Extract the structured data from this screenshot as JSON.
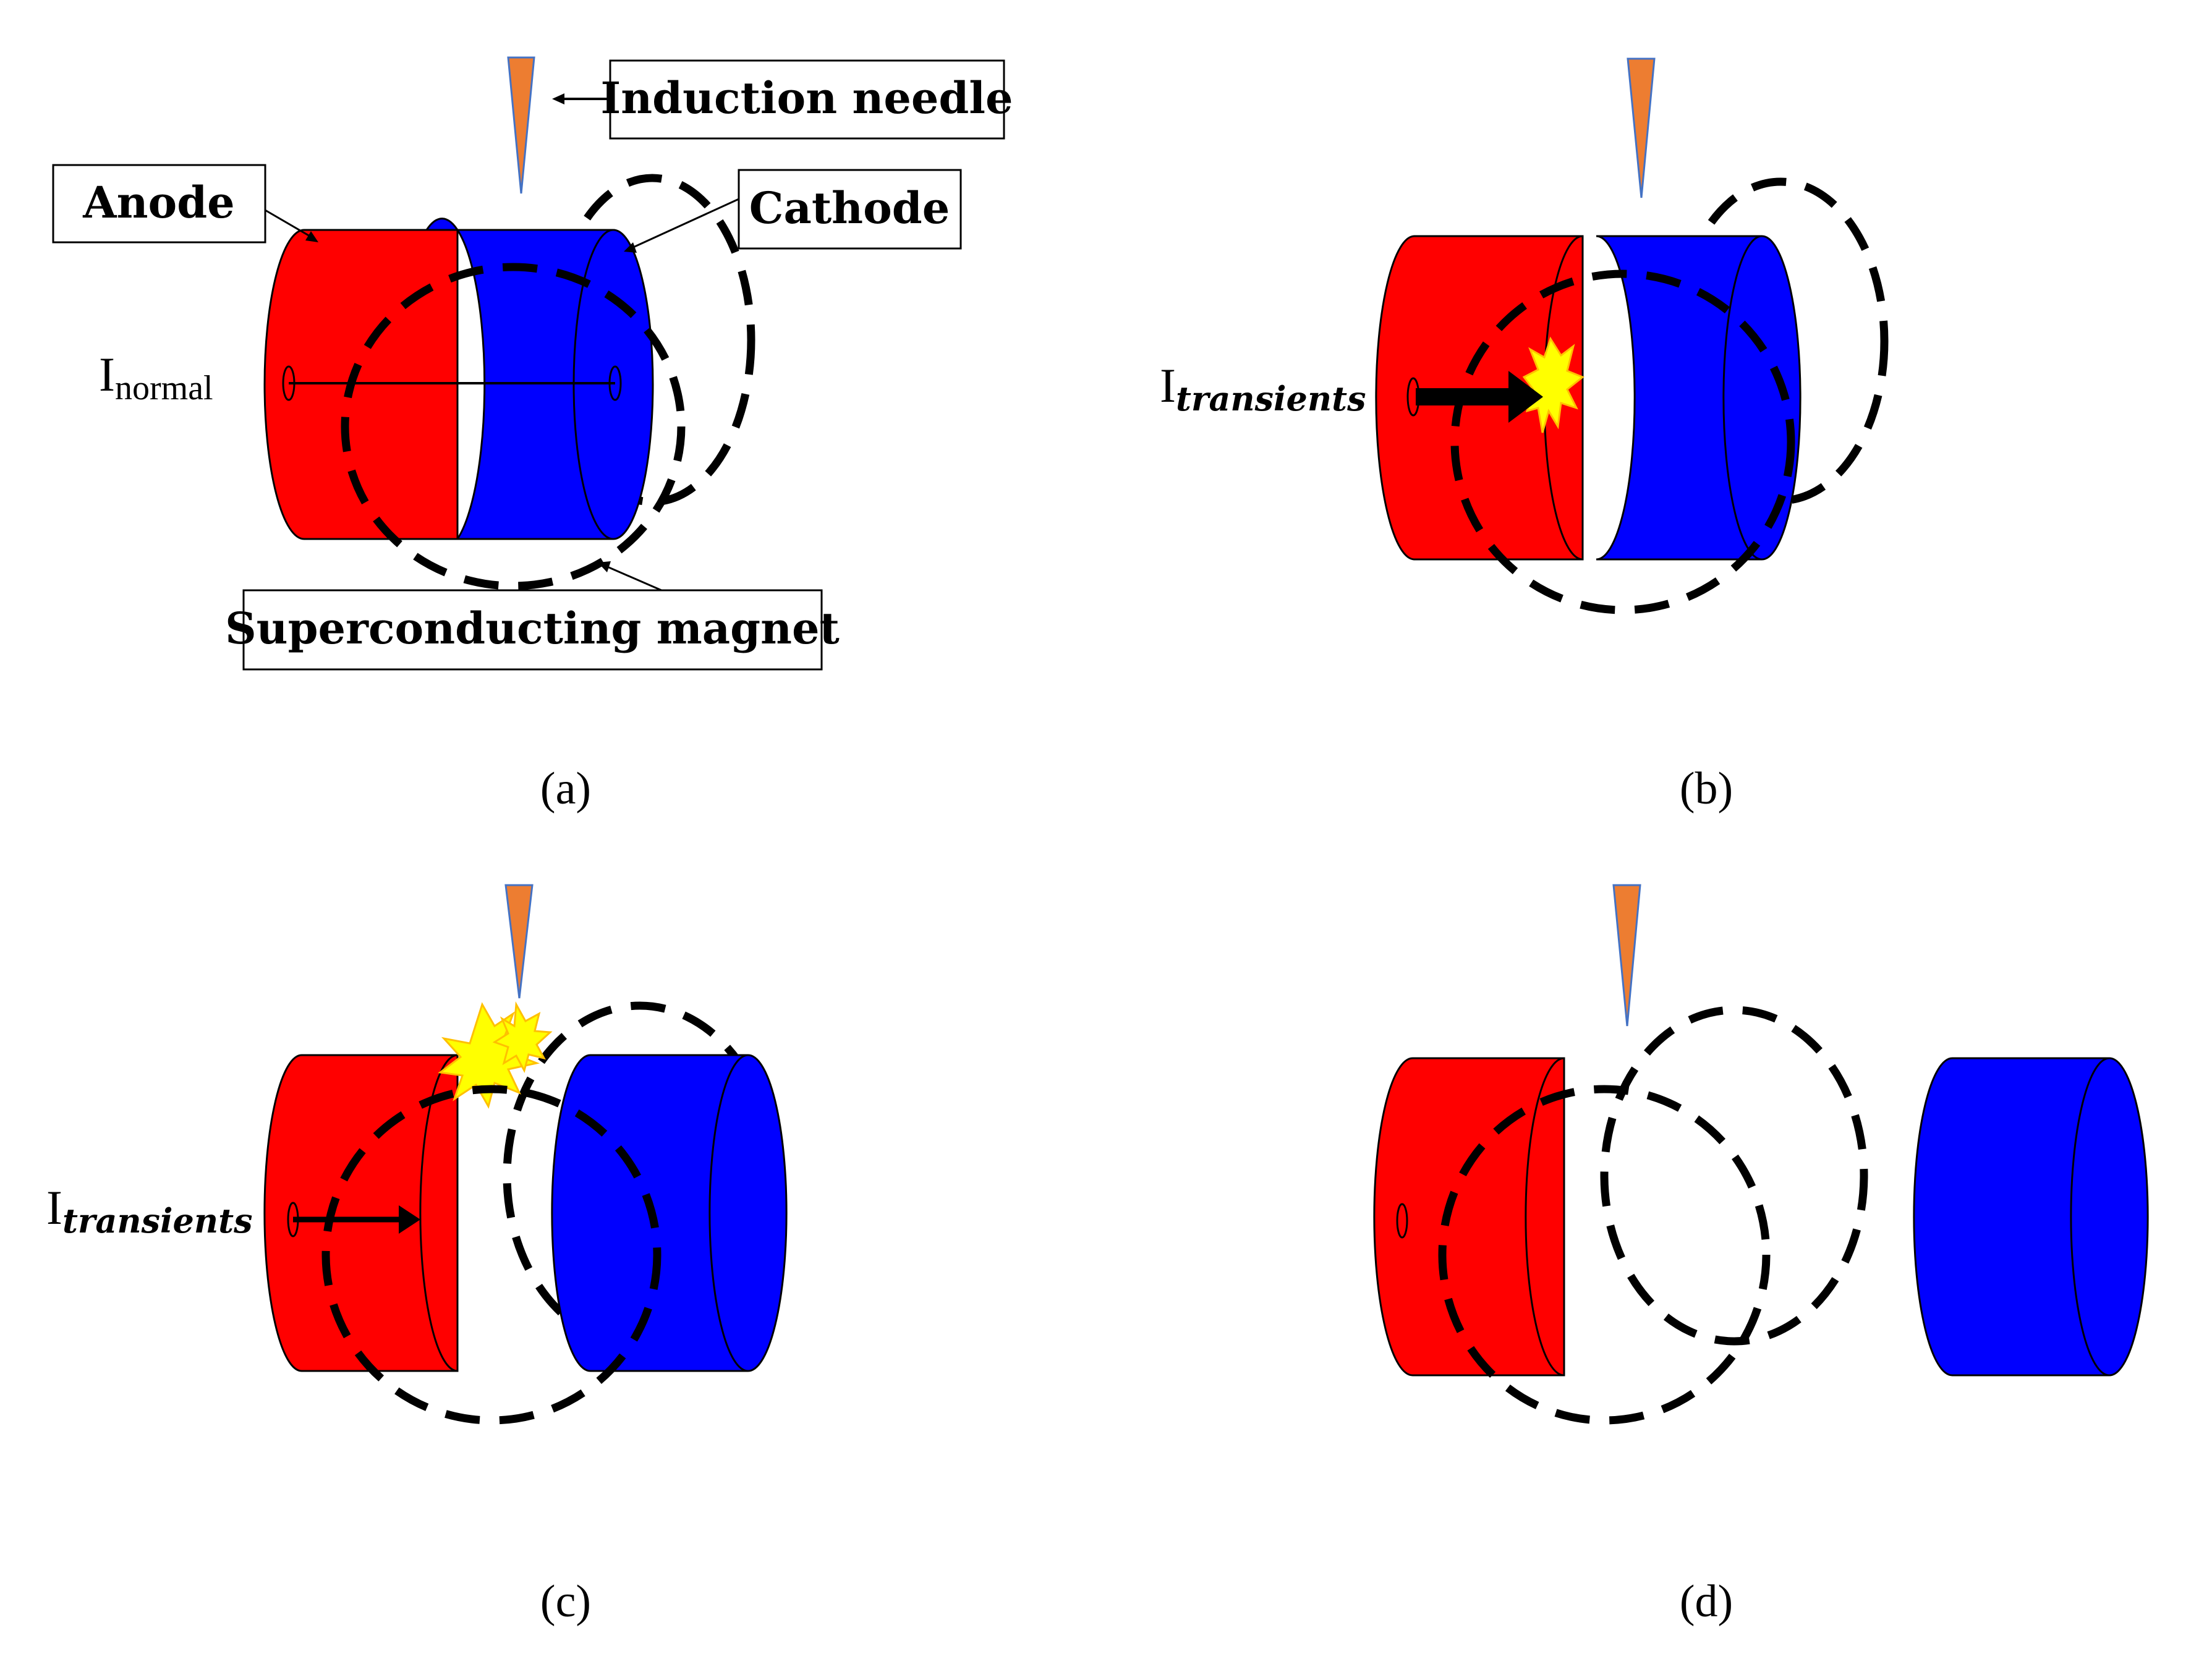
{
  "labels": {
    "induction_needle": "Induction needle",
    "anode": "Anode",
    "cathode": "Cathode",
    "superconducting_magnet": "Superconducting magnet"
  },
  "currents": {
    "normal_base": "I",
    "normal_sub": "normal",
    "transient_base": "I",
    "transient_sub": "transients"
  },
  "captions": {
    "a": "(a)",
    "b": "(b)",
    "c": "(c)",
    "d": "(d)"
  },
  "colors": {
    "anode": "#ff0000",
    "cathode": "#0000ff",
    "needle": "#ed7d31",
    "spark": "#ffff00",
    "spark_outline": "#ffc000"
  }
}
